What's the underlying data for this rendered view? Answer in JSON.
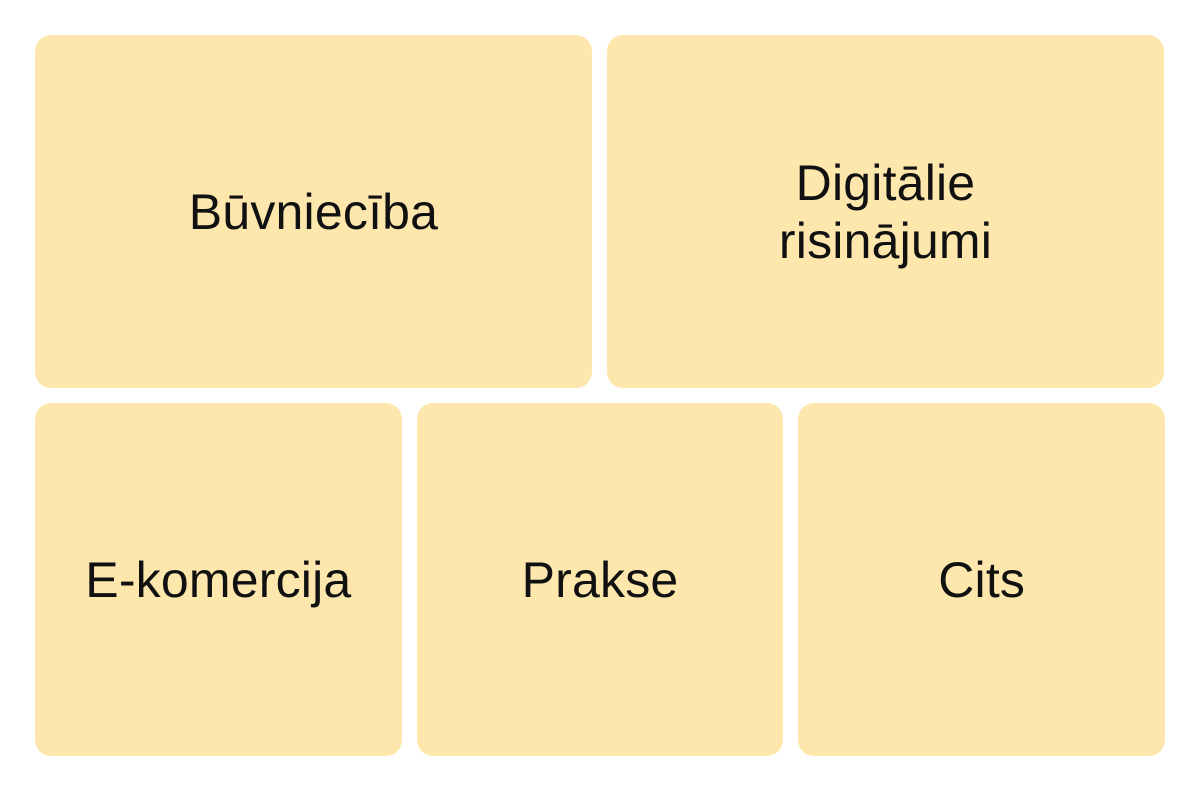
{
  "colors": {
    "tile_background": "#fde7ad",
    "text": "#111111",
    "page_background": "#ffffff"
  },
  "categories": [
    {
      "label": "Būvniecība"
    },
    {
      "label": "Digitālie risinājumi"
    },
    {
      "label": "E-komercija"
    },
    {
      "label": "Prakse"
    },
    {
      "label": "Cits"
    }
  ]
}
